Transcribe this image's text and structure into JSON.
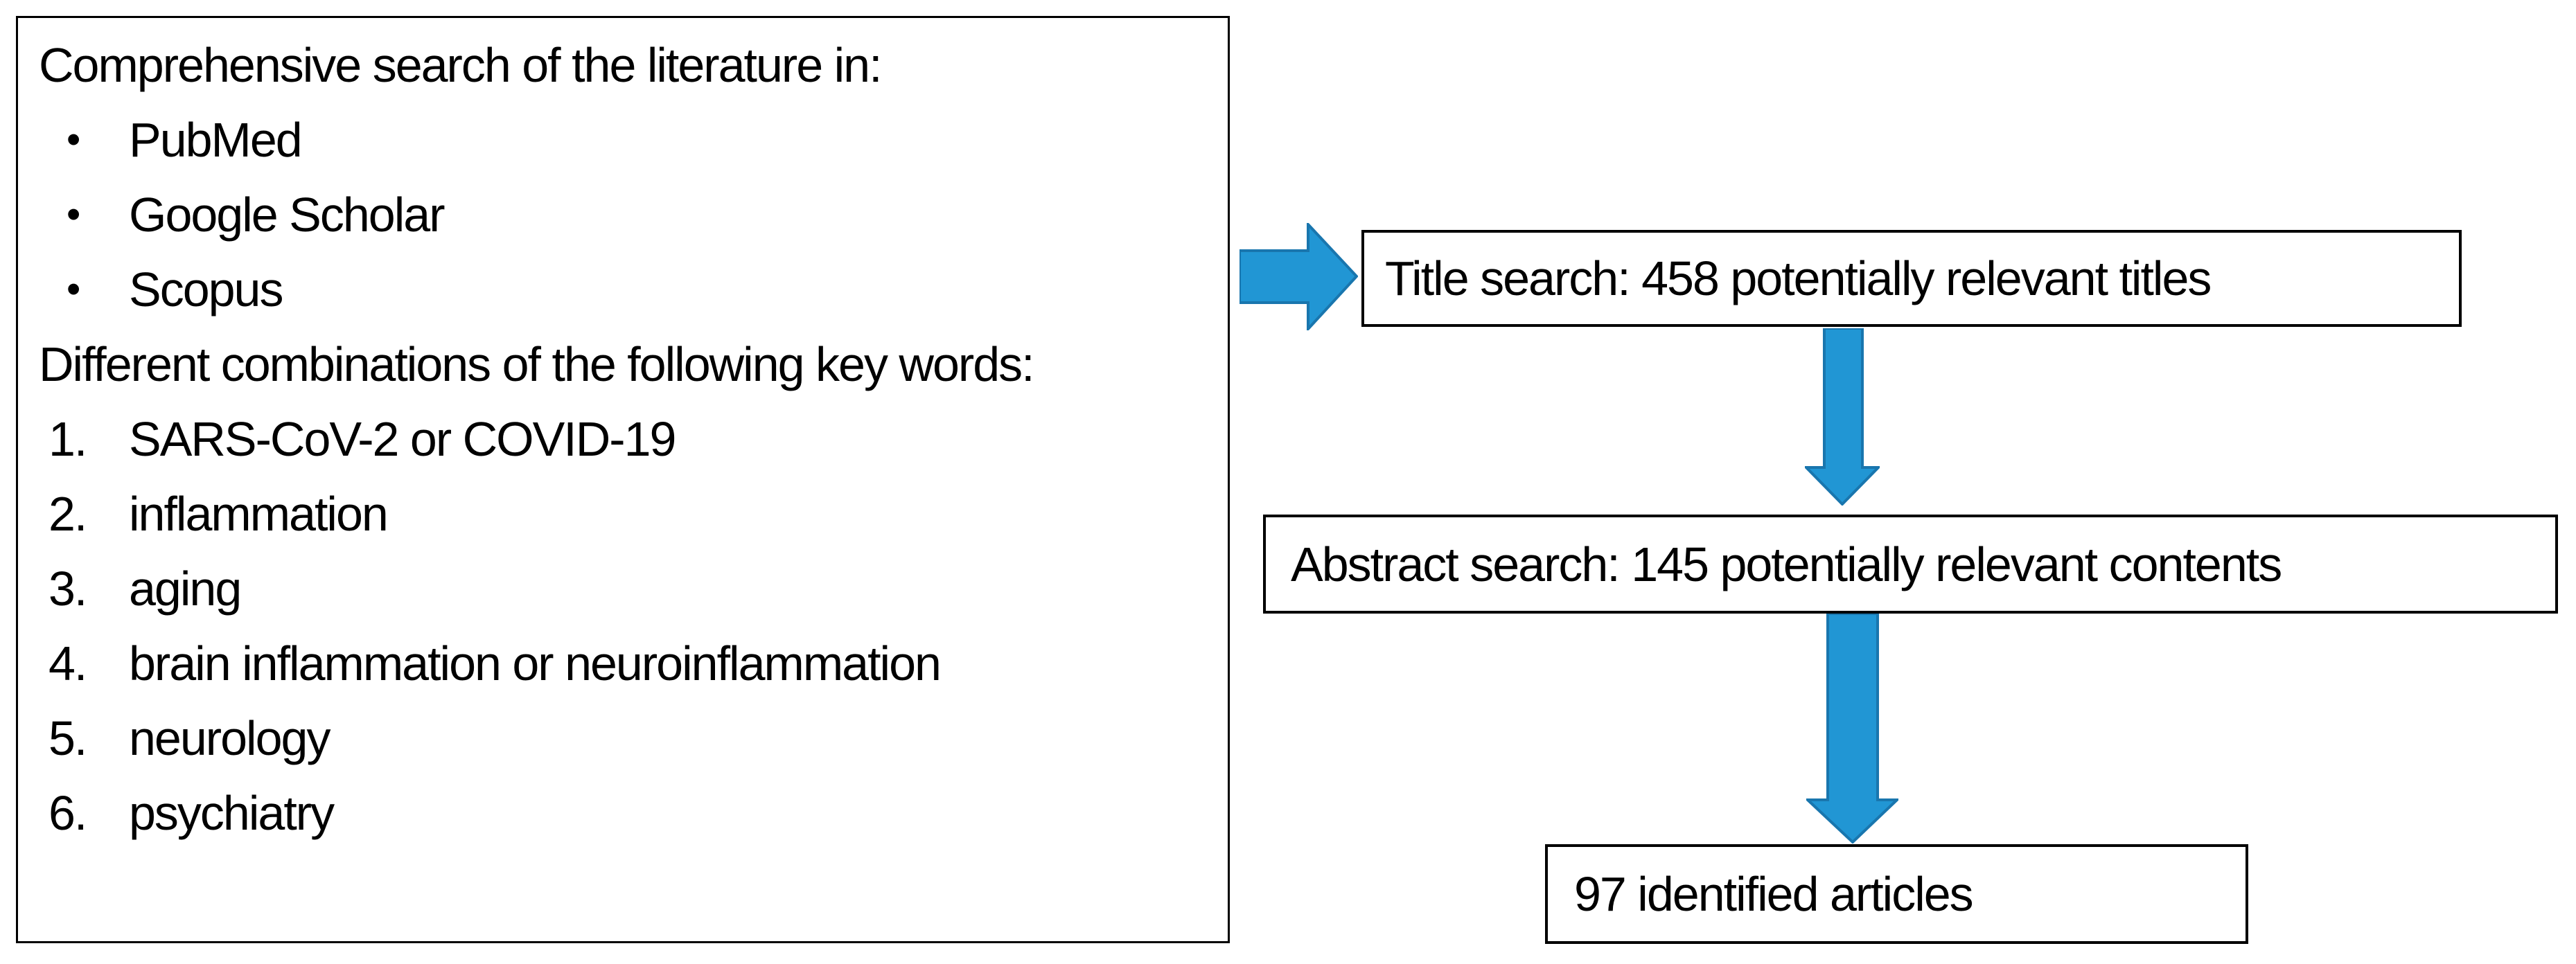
{
  "left_panel": {
    "intro": "Comprehensive search of the literature in:",
    "bullet_glyph": "•",
    "databases": [
      "PubMed",
      "Google Scholar",
      "Scopus"
    ],
    "keywords_intro": "Different combinations of the following key words:",
    "numbers": [
      "1.",
      "2.",
      "3.",
      "4.",
      "5.",
      "6."
    ],
    "keywords": [
      "SARS-CoV-2 or COVID-19",
      "inflammation",
      "aging",
      "brain inflammation or neuroinflammation",
      "neurology",
      "psychiatry"
    ]
  },
  "flow": {
    "step1_label": "Title search: 458 potentially relevant titles",
    "step2_label": "Abstract search: 145 potentially relevant contents",
    "step3_label": "97 identified articles",
    "step1_count": "458",
    "step2_count": "145",
    "step3_count": "97"
  },
  "colors": {
    "arrow_fill": "#2196D4",
    "arrow_stroke": "#1976AE",
    "box_border": "#000000",
    "background": "#FFFFFF"
  }
}
